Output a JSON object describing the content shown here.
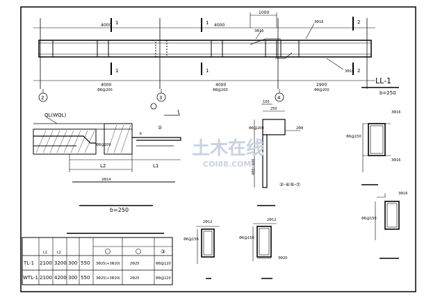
{
  "beam_elevation": {
    "dims": [
      "4000",
      "4000",
      "2900"
    ],
    "dim_top": "1000",
    "rebar_spacing": [
      "Φ8@200",
      "Φ8@200",
      "Φ8@200"
    ],
    "section_marks": [
      "1",
      "1",
      "1",
      "1",
      "2",
      "2"
    ],
    "axes": [
      "2",
      "3",
      "4"
    ],
    "top_labels": [
      "3Φ16",
      "3Φ16"
    ],
    "bottom_label": "3Φ16"
  },
  "ll1": {
    "title": "LL-1",
    "width": "b=250"
  },
  "detail": {
    "ql_label": "QL(WQL)",
    "circle1": "①",
    "circle2": "②",
    "circle3": "③",
    "rebar_mid": "Φ8@200",
    "l1": "L1",
    "l2": "L2",
    "bottom_bar": "2Φ14"
  },
  "section_a": {
    "dims": [
      "250",
      "100"
    ],
    "rebar_top": "2Φ8",
    "rebar_side": "Φ6@200",
    "depth": "480~600",
    "caption": "②-④⑤-⑦"
  },
  "section_r1": {
    "top": "3Φ16",
    "stirrup": "Φ6@150",
    "bottom": "3Φ16"
  },
  "section_r2": {
    "top": "3Φ16",
    "stirrup": "Φ6@150"
  },
  "section_s1": {
    "top": "2Φ12",
    "stirrup": "Φ6@150"
  },
  "section_s2": {
    "top": "2Φ12",
    "stirrup": "Φ6@150",
    "bottom": "3Φ20"
  },
  "table_title": "b=250",
  "table": {
    "headers": [
      "",
      "L1",
      "L2",
      "",
      "",
      "①",
      "②",
      "③"
    ],
    "rows": [
      [
        "TL-1",
        "2100",
        "3200",
        "300",
        "550",
        "3Φ25(+3Φ20(",
        "2Φ25",
        "Φ8@120"
      ],
      [
        "WTL-1",
        "2100",
        "4200",
        "300",
        "550",
        "3Φ25(+3Φ20(",
        "2Φ25",
        "Φ8@120"
      ]
    ]
  },
  "watermark": {
    "main": "土木在线",
    "sub": "COI88.COM"
  }
}
